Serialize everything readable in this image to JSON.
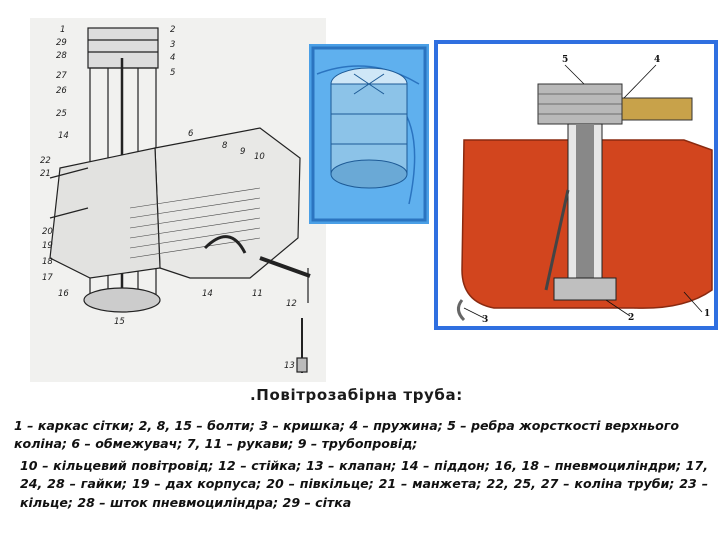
{
  "title": ".Повітрозабірна труба:",
  "legend_line1": "1 – каркас сітки; 2, 8, 15 – болти; 3 – кришка;           4 – пружина; 5 – ребра жорсткості верхнього коліна; 6 – обмежувач; 7, 11 – рукави;                9 – трубопровід;",
  "legend_line2": "10 – кільцевий повітровід; 12 – стійка; 13 – клапан;      14 – піддон; 16, 18 – пневмоциліндри; 17, 24, 28 – гайки; 19 – дах корпуса; 20 – півкільце;     21 – манжета; 22, 25, 27 – коліна труби; 23 – кільце;    28 – шток пневмоциліндра; 29 – сітка",
  "left_labels": [
    "1",
    "29",
    "28",
    "27",
    "26",
    "25",
    "14",
    "6",
    "8",
    "9",
    "10",
    "22",
    "21",
    "20",
    "19",
    "18",
    "17",
    "16",
    "15",
    "14",
    "11",
    "12",
    "13",
    "2",
    "3",
    "4",
    "5"
  ],
  "right_labels": [
    "5",
    "4",
    "1",
    "2",
    "3"
  ],
  "colors": {
    "accent_blue": "#2f6fe0",
    "thumb_bg": "#4a9fe6",
    "cutaway_red": "#d2451e",
    "drawing_bg": "#f1f1ef"
  }
}
